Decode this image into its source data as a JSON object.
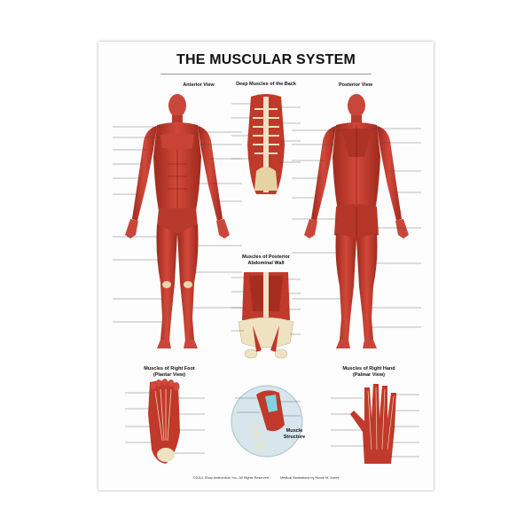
{
  "title": "THE MUSCULAR SYSTEM",
  "sections": {
    "anterior": "Anterior View",
    "deep_back": "Deep Muscles of the Back",
    "posterior": "Posterior View",
    "posterior_abdominal": "Muscles of Posterior Abdominal Wall",
    "right_foot": "Muscles of Right Foot (Plantar View)",
    "muscle_structure": "Muscle Structure",
    "right_hand": "Muscles of Right Hand (Palmar View)"
  },
  "footer": {
    "copyright": "©2014. Shop Anatomical, Inc., All Rights Reserved",
    "credit": "Medical Illustrations by Nicole M. Jones"
  },
  "colors": {
    "muscle": "#c0392b",
    "muscle_dark": "#8e1f14",
    "tendon": "#e8d5b0",
    "bone": "#efe2c0"
  }
}
